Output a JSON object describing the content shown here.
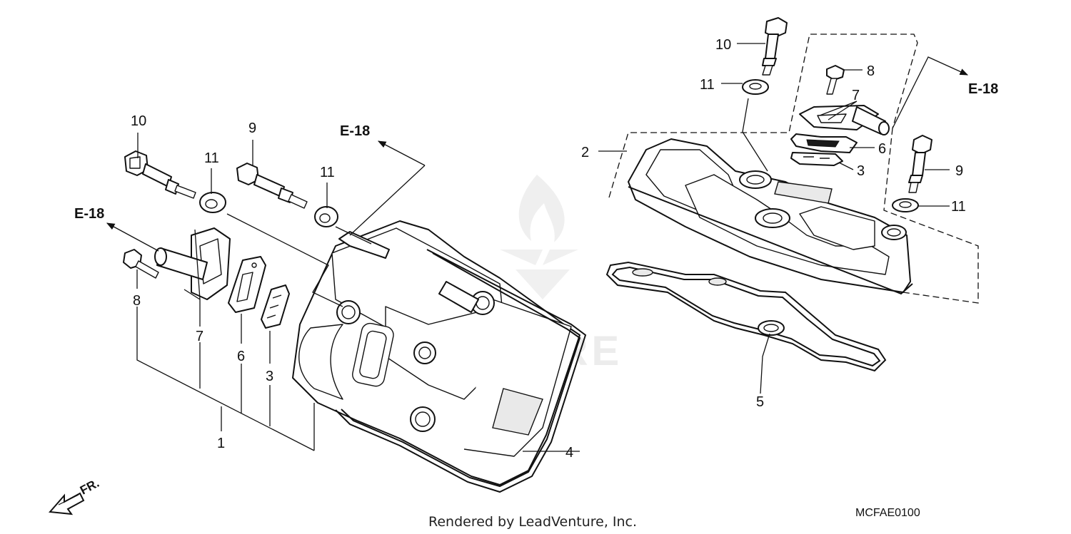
{
  "diagram": {
    "watermark": "VENTURE",
    "footer": "Rendered by LeadVenture, Inc.",
    "code": "MCFAE0100",
    "front_label": "FR.",
    "left_assembly": {
      "callouts": {
        "c1": "1",
        "c3": "3",
        "c4": "4",
        "c6": "6",
        "c7": "7",
        "c8": "8",
        "c9": "9",
        "c10": "10",
        "c11a": "11",
        "c11b": "11"
      },
      "refs": {
        "r1": "E-18",
        "r2": "E-18"
      }
    },
    "right_assembly": {
      "callouts": {
        "c2": "2",
        "c3": "3",
        "c5": "5",
        "c6": "6",
        "c7": "7",
        "c8": "8",
        "c9": "9",
        "c10": "10",
        "c11a": "11",
        "c11b": "11"
      },
      "refs": {
        "r1": "E-18"
      }
    }
  }
}
